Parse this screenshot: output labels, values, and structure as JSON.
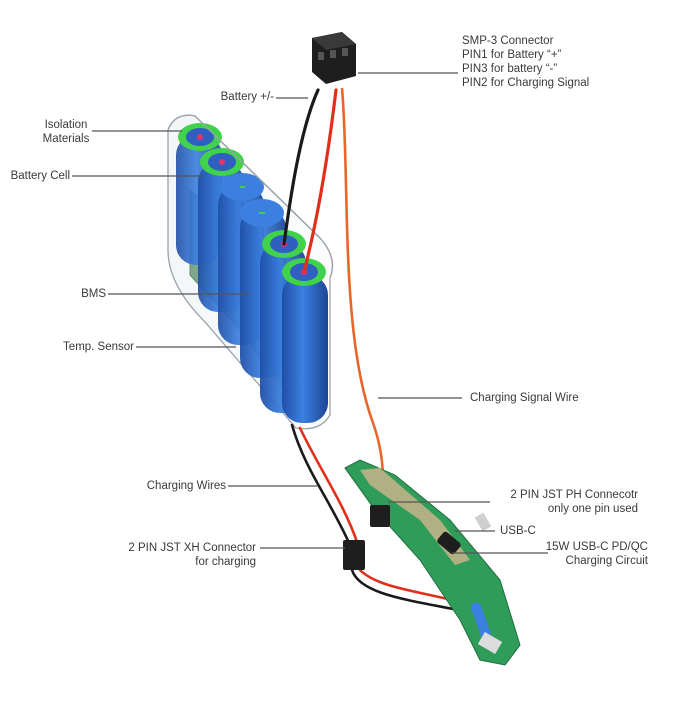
{
  "labels": {
    "smp3": [
      "SMP-3 Connector",
      "PIN1 for Battery “+”",
      "PIN3 for battery “-”",
      "PIN2 for Charging Signal"
    ],
    "battery_pm": "Battery +/-",
    "isolation": [
      "Isolation",
      "Materials"
    ],
    "battery_cell": "Battery Cell",
    "bms": "BMS",
    "temp_sensor": "Temp. Sensor",
    "charging_signal_wire": "Charging Signal Wire",
    "charging_wires": "Charging Wires",
    "jst_ph": [
      "2 PIN JST PH Connecotr",
      "only one pin used"
    ],
    "usb_c": "USB-C",
    "charging_circuit": [
      "15W USB-C PD/QC",
      "Charging Circuit"
    ],
    "jst_xh": [
      "2 PIN JST XH Connector",
      "for charging"
    ]
  },
  "colors": {
    "cell_blue": "#2f6fcf",
    "isolation_green": "#3fd24a",
    "wire_red": "#e0301c",
    "wire_black": "#1a1a1a",
    "wire_orange": "#e8662a",
    "pcb_green": "#2f9c5a",
    "leader_gray": "#555555"
  }
}
